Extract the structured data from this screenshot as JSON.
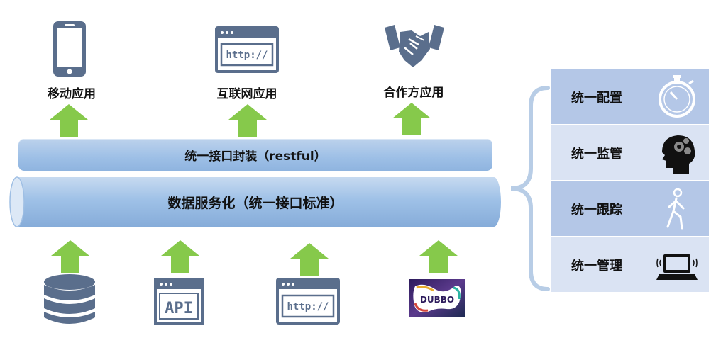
{
  "consumers": [
    {
      "label": "移动应用",
      "icon": "mobile-phone-icon"
    },
    {
      "label": "互联网应用",
      "icon": "browser-http-icon"
    },
    {
      "label": "合作方应用",
      "icon": "handshake-icon"
    }
  ],
  "interface_bar": {
    "label": "统一接口封装（restful）"
  },
  "service_pipe": {
    "label": "数据服务化（统一接口标准）"
  },
  "sources": [
    {
      "icon": "database-icon"
    },
    {
      "icon": "api-window-icon",
      "text": "API"
    },
    {
      "icon": "browser-http-icon",
      "text": "http://"
    },
    {
      "icon": "dubbo-logo-icon",
      "text": "DUBBO"
    }
  ],
  "browser_icon_text": "http://",
  "governance": [
    {
      "label": "统一配置",
      "icon": "stopwatch-icon"
    },
    {
      "label": "统一监管",
      "icon": "head-gears-icon"
    },
    {
      "label": "统一跟踪",
      "icon": "walking-person-icon"
    },
    {
      "label": "统一管理",
      "icon": "laptop-icon"
    }
  ],
  "colors": {
    "icon_slate": "#5a6e8c",
    "arrow_green": "#86c94b",
    "bar_blue": "#9dbfe6",
    "panel_dark": "#b4c7e7",
    "panel_light": "#dae3f3",
    "brace": "#b8cde6"
  }
}
